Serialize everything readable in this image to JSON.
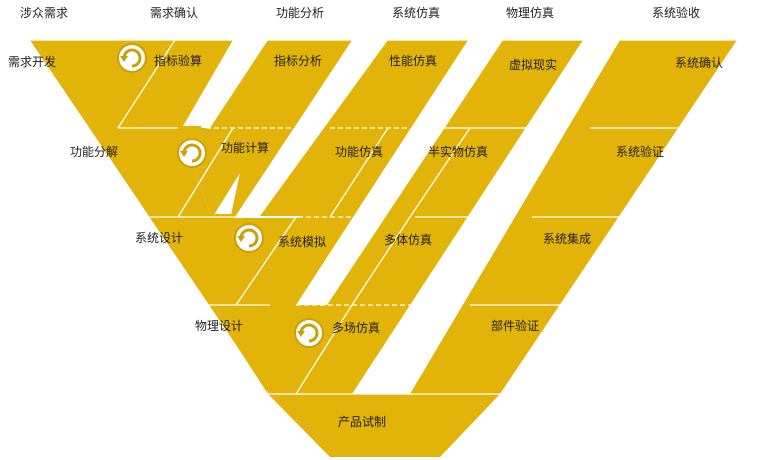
{
  "colors": {
    "fill": "#E2B308",
    "line": "#FFFFFF",
    "cycle_icon": "#C9A008",
    "text": "#222222"
  },
  "headers": [
    "涉众需求",
    "需求确认",
    "功能分析",
    "系统仿真",
    "物理仿真",
    "系统验收"
  ],
  "left_stages": [
    "需求开发",
    "功能分解",
    "系统设计",
    "物理设计"
  ],
  "column2": [
    "指标验算",
    "功能计算",
    "系统模拟",
    "多场仿真"
  ],
  "column3": [
    "指标分析",
    "功能仿真",
    "多体仿真"
  ],
  "column4": [
    "性能仿真",
    "半实物仿真"
  ],
  "column5": [
    "虚拟现实"
  ],
  "right_stages": [
    "系统确认",
    "系统验证",
    "系统集成",
    "部件验证"
  ],
  "bottom": "产品试制",
  "icons": [
    "cycle-icon",
    "cycle-icon",
    "cycle-icon",
    "cycle-icon"
  ]
}
